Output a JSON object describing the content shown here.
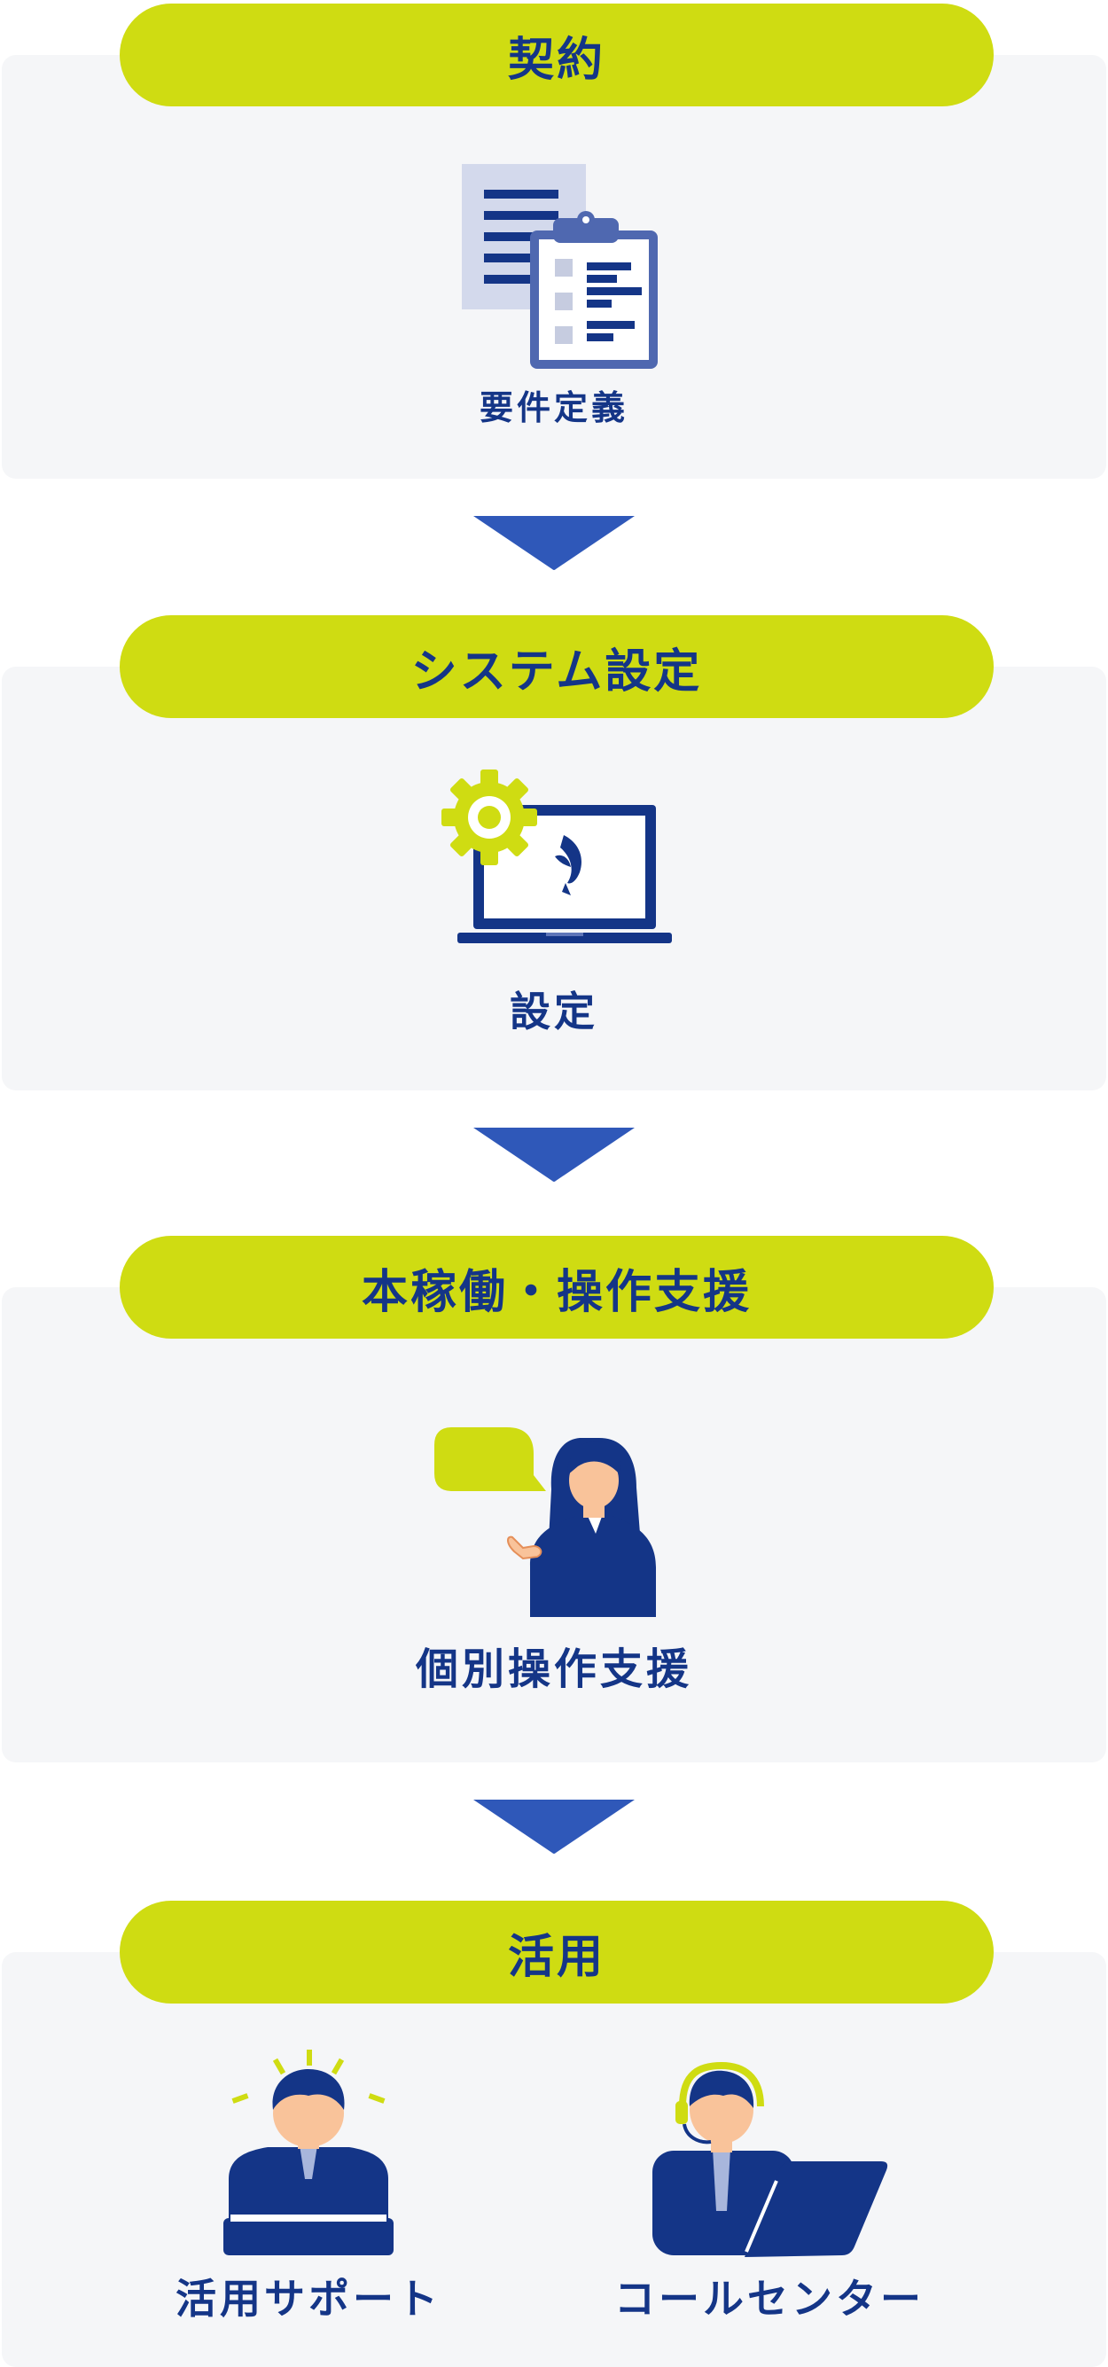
{
  "steps": [
    {
      "title": "契約",
      "items": [
        {
          "label": "要件定義",
          "icon": "requirements-document-icon"
        }
      ]
    },
    {
      "title": "システム設定",
      "items": [
        {
          "label": "設定",
          "icon": "laptop-settings-gear-icon"
        }
      ]
    },
    {
      "title": "本稼働・操作支援",
      "items": [
        {
          "label": "個別操作支援",
          "icon": "support-woman-speech-icon"
        }
      ]
    },
    {
      "title": "活用",
      "items": [
        {
          "label": "活用サポート",
          "icon": "support-staff-icon"
        },
        {
          "label": "コールセンター",
          "icon": "call-center-operator-icon"
        }
      ]
    }
  ],
  "colors": {
    "accent": "#cfdc12",
    "navy": "#143587",
    "arrow": "#2f58b9",
    "card_bg": "#f5f6f8"
  }
}
